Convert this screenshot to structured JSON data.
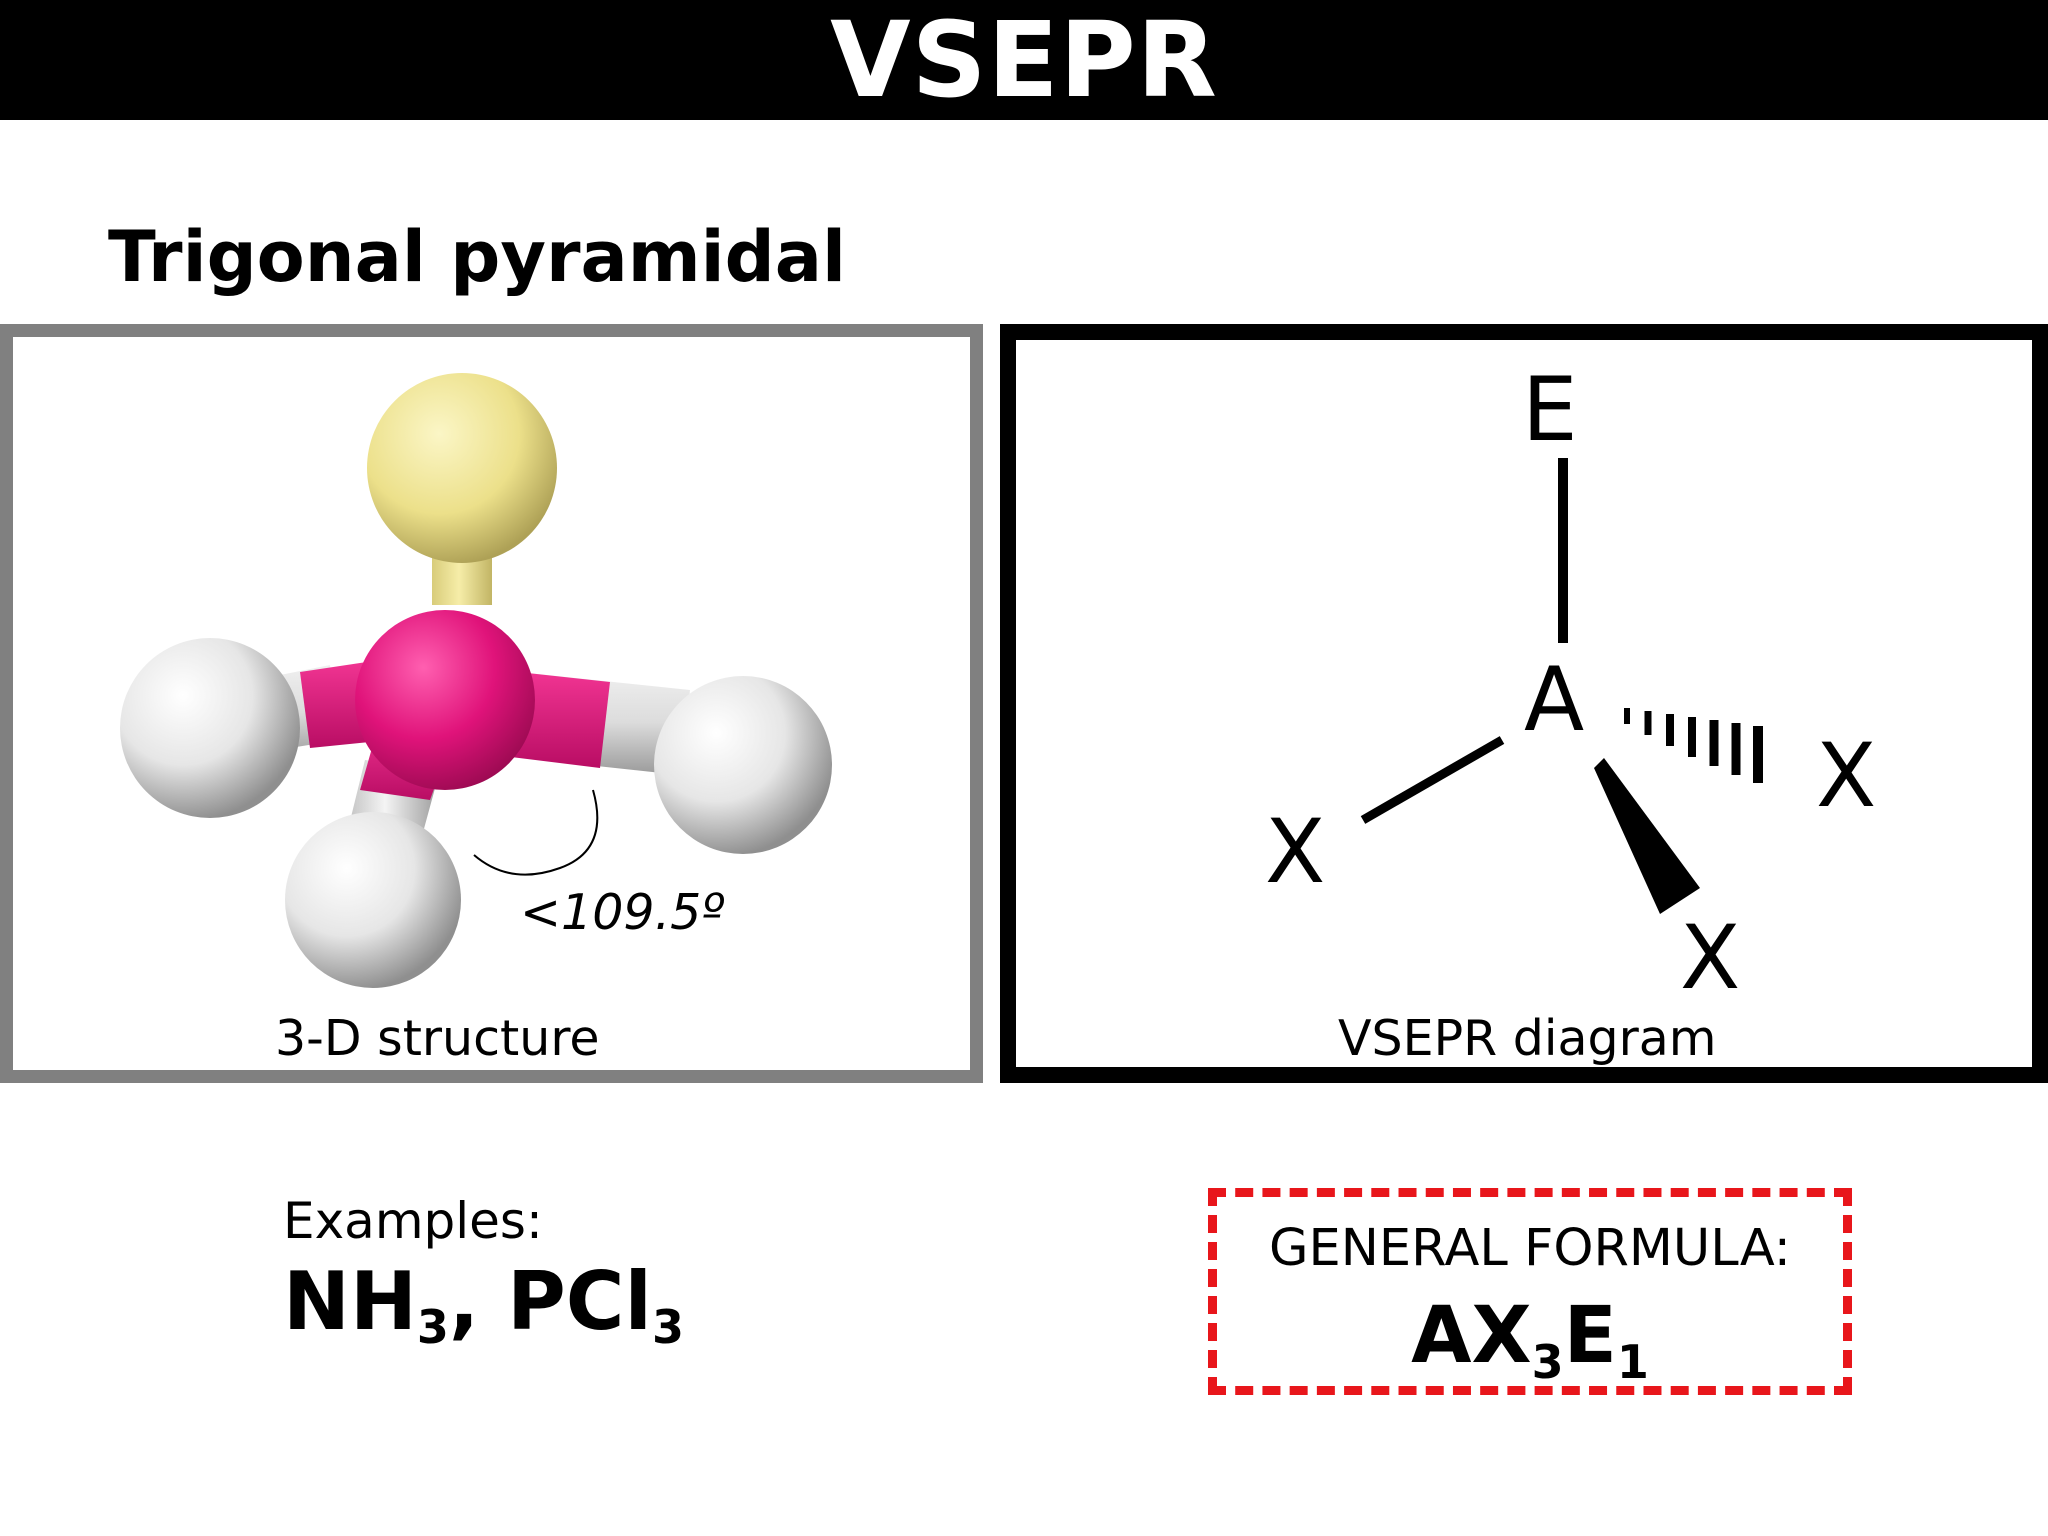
{
  "header": {
    "title": "VSEPR"
  },
  "geometry_name": "Trigonal pyramidal",
  "left_panel": {
    "caption": "3-D structure",
    "angle_label": "<109.5º",
    "colors": {
      "central_atom": "#e0137a",
      "lone_pair": "#f0e48c",
      "substituent": "#e8e8e8",
      "border": "#808080"
    }
  },
  "right_panel": {
    "caption": "VSEPR diagram",
    "labels": {
      "lone_pair": "E",
      "central": "A",
      "substituent": "X"
    },
    "colors": {
      "border": "#000000"
    }
  },
  "examples": {
    "label": "Examples:",
    "formula_1_base": "NH",
    "formula_1_sub": "3",
    "separator": ", ",
    "formula_2_base": "PCl",
    "formula_2_sub": "3"
  },
  "general_formula": {
    "label": "GENERAL FORMULA:",
    "a": "AX",
    "sub1": "3",
    "e": "E",
    "sub2": "1",
    "border_color": "#e8161b"
  }
}
